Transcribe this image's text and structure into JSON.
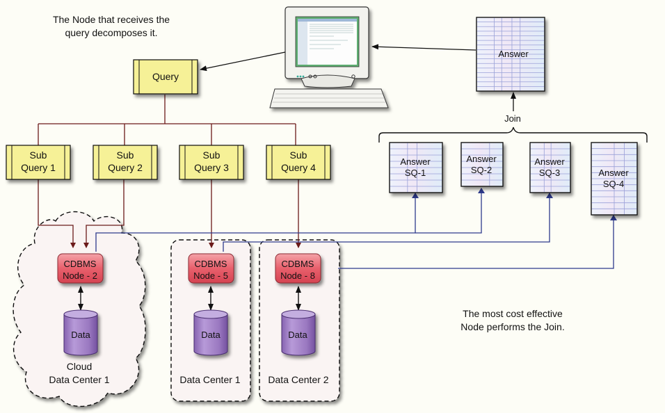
{
  "annotations": {
    "top_note": [
      "The Node that receives the",
      "query decomposes it."
    ],
    "bottom_note": [
      "The most cost effective",
      "Node performs the Join."
    ],
    "join_label": "Join"
  },
  "query": {
    "label": "Query"
  },
  "sub_queries": [
    {
      "line1": "Sub",
      "line2": "Query 1"
    },
    {
      "line1": "Sub",
      "line2": "Query 2"
    },
    {
      "line1": "Sub",
      "line2": "Query 3"
    },
    {
      "line1": "Sub",
      "line2": "Query 4"
    }
  ],
  "answers": {
    "final": {
      "label": "Answer"
    },
    "partials": [
      {
        "line1": "Answer",
        "line2": "SQ-1"
      },
      {
        "line1": "Answer",
        "line2": "SQ-2"
      },
      {
        "line1": "Answer",
        "line2": "SQ-3"
      },
      {
        "line1": "Answer",
        "line2": "SQ-4"
      }
    ]
  },
  "nodes": [
    {
      "line1": "CDBMS",
      "line2": "Node - 2"
    },
    {
      "line1": "CDBMS",
      "line2": "Node - 5"
    },
    {
      "line1": "CDBMS",
      "line2": "Node - 8"
    }
  ],
  "data_stores": [
    {
      "label": "Data"
    },
    {
      "label": "Data"
    },
    {
      "label": "Data"
    }
  ],
  "data_centers": [
    {
      "line1": "Cloud",
      "line2": "Data Center 1"
    },
    {
      "label": "Data Center 1"
    },
    {
      "label": "Data Center 2"
    }
  ],
  "colors": {
    "background": "#fdfdf6",
    "query_fill": "#f6f197",
    "node_fill": "#e8606c",
    "data_fill": "#9a78c0",
    "decompose_line": "#6b1a1a",
    "result_line": "#2e3a8c",
    "table_grid": "#9aa0d8"
  }
}
